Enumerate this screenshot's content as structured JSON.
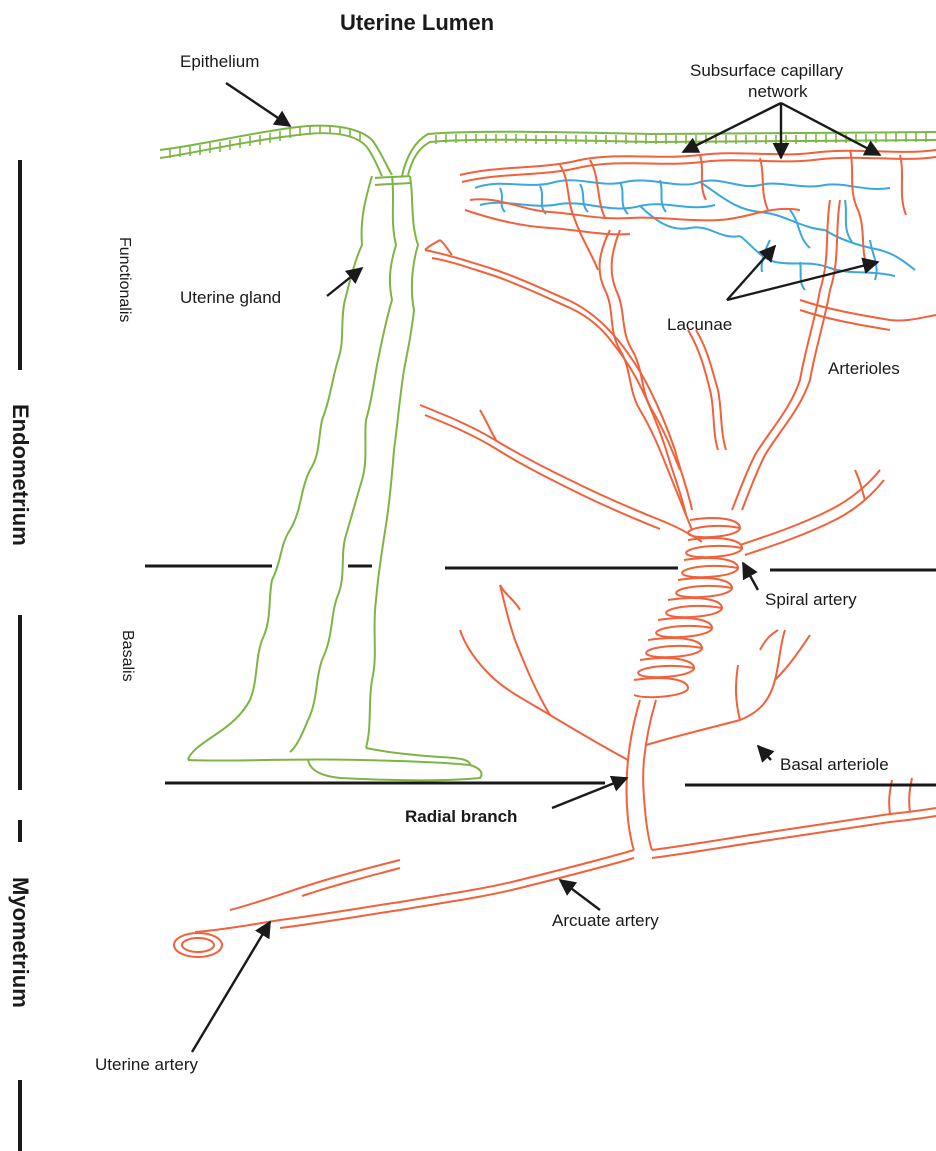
{
  "title": "Uterine Lumen",
  "regions": {
    "endometrium": "Endometrium",
    "myometrium": "Myometrium",
    "functionalis": "Functionalis",
    "basalis": "Basalis"
  },
  "labels": {
    "epithelium": "Epithelium",
    "capillary_line1": "Subsurface capillary",
    "capillary_line2": "network",
    "uterine_gland": "Uterine gland",
    "lacunae": "Lacunae",
    "arterioles": "Arterioles",
    "spiral_artery": "Spiral artery",
    "basal_arteriole": "Basal arteriole",
    "radial_branch": "Radial branch",
    "arcuate_artery": "Arcuate artery",
    "uterine_artery": "Uterine artery"
  },
  "colors": {
    "vessel": "#f0613c",
    "gland": "#7db544",
    "lacunae": "#3aa7dd",
    "ink": "#1a1a1a"
  }
}
